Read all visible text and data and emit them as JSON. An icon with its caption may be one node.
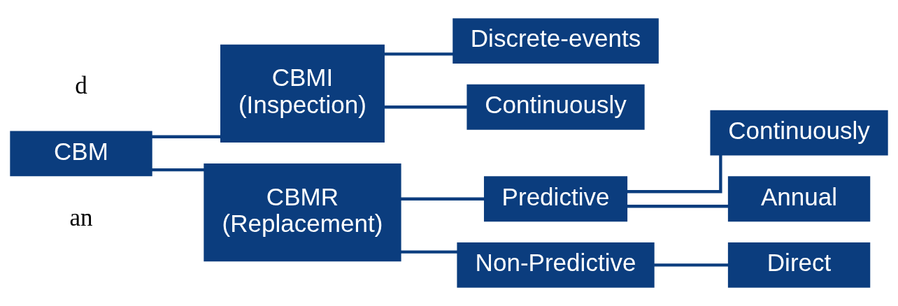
{
  "diagram": {
    "nodes": [
      {
        "text": [
          "CBM"
        ]
      },
      {
        "text": [
          "CBMI",
          "(Inspection)"
        ]
      },
      {
        "text": [
          "CBMR",
          "(Replacement)"
        ]
      },
      {
        "text": [
          "Discrete-events"
        ]
      },
      {
        "text": [
          "Continuously"
        ]
      },
      {
        "text": [
          "Predictive"
        ]
      },
      {
        "text": [
          "Non-Predictive"
        ]
      },
      {
        "text": [
          "Continuously"
        ]
      },
      {
        "text": [
          "Annual"
        ]
      },
      {
        "text": [
          "Direct"
        ]
      }
    ],
    "edges": [
      {
        "from": 0,
        "to": 1,
        "arrow": "none"
      },
      {
        "from": 0,
        "to": 2,
        "arrow": "none"
      },
      {
        "from": 1,
        "to": 3,
        "arrow": "none"
      },
      {
        "from": 1,
        "to": 4,
        "arrow": "none"
      },
      {
        "from": 2,
        "to": 5,
        "arrow": "none"
      },
      {
        "from": 2,
        "to": 6,
        "arrow": "none"
      },
      {
        "from": 5,
        "to": 7,
        "arrow": "none"
      },
      {
        "from": 5,
        "to": 8,
        "arrow": "none"
      },
      {
        "from": 6,
        "to": 9,
        "arrow": "none"
      }
    ],
    "labels": [
      "an",
      "d"
    ]
  }
}
